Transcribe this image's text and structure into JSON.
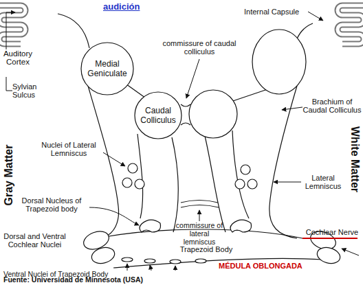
{
  "diagram": {
    "title": "audición",
    "caption": "Fuente: Universidad de Minnesota (USA)",
    "nodes": [
      {
        "text": [
          "Medial Geniculate"
        ]
      },
      {
        "text": [
          "Caudal Colliculus"
        ]
      }
    ],
    "labels": [
      "Internal Capsule",
      "Auditory Cortex",
      "Sylvian Sulcus",
      "commissure of caudal colliculus",
      "Brachium of Caudal Colliculus",
      "Nuclei of Lateral Lemniscus",
      "Lateral Lemniscus",
      "Gray Matter",
      "White Matter",
      "Dorsal Nucleus of Trapezoid body",
      "commissure of lateral lemniscus",
      "Cochlear Nerve",
      "Dorsal and Ventral Cochlear Nuclei",
      "Trapezoid Body",
      "Ventral Nuclei of Trapezoid Body",
      "MÉDULA OBLONGADA"
    ]
  }
}
